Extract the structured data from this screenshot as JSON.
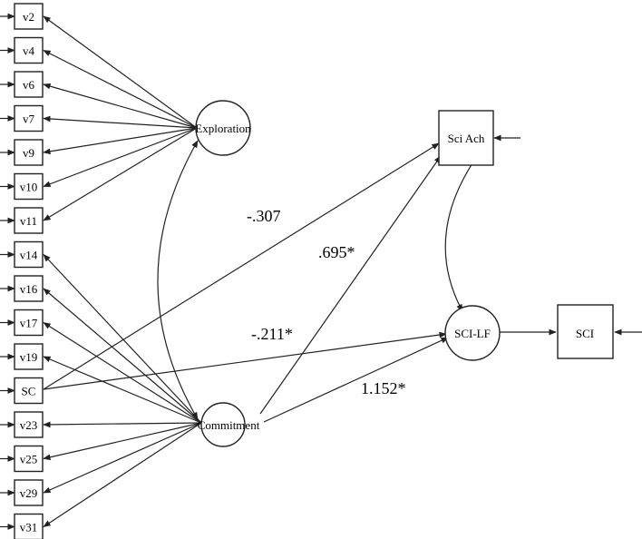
{
  "indicators": [
    "v2",
    "v4",
    "v6",
    "v7",
    "v9",
    "v10",
    "v11",
    "v14",
    "v16",
    "v17",
    "v19",
    "SC",
    "v23",
    "v25",
    "v29",
    "v31"
  ],
  "latent": {
    "exploration": "Exploration",
    "commitment": "Commitment",
    "sci_lf": "SCI-LF"
  },
  "observed": {
    "sci_ach": "Sci Ach",
    "sci": "SCI"
  },
  "coefficients": {
    "sc_to_sciach": "-.307",
    "commitment_to_sciach": ".695*",
    "sc_to_scilf": "-.211*",
    "commitment_to_scilf": "1.152*"
  }
}
